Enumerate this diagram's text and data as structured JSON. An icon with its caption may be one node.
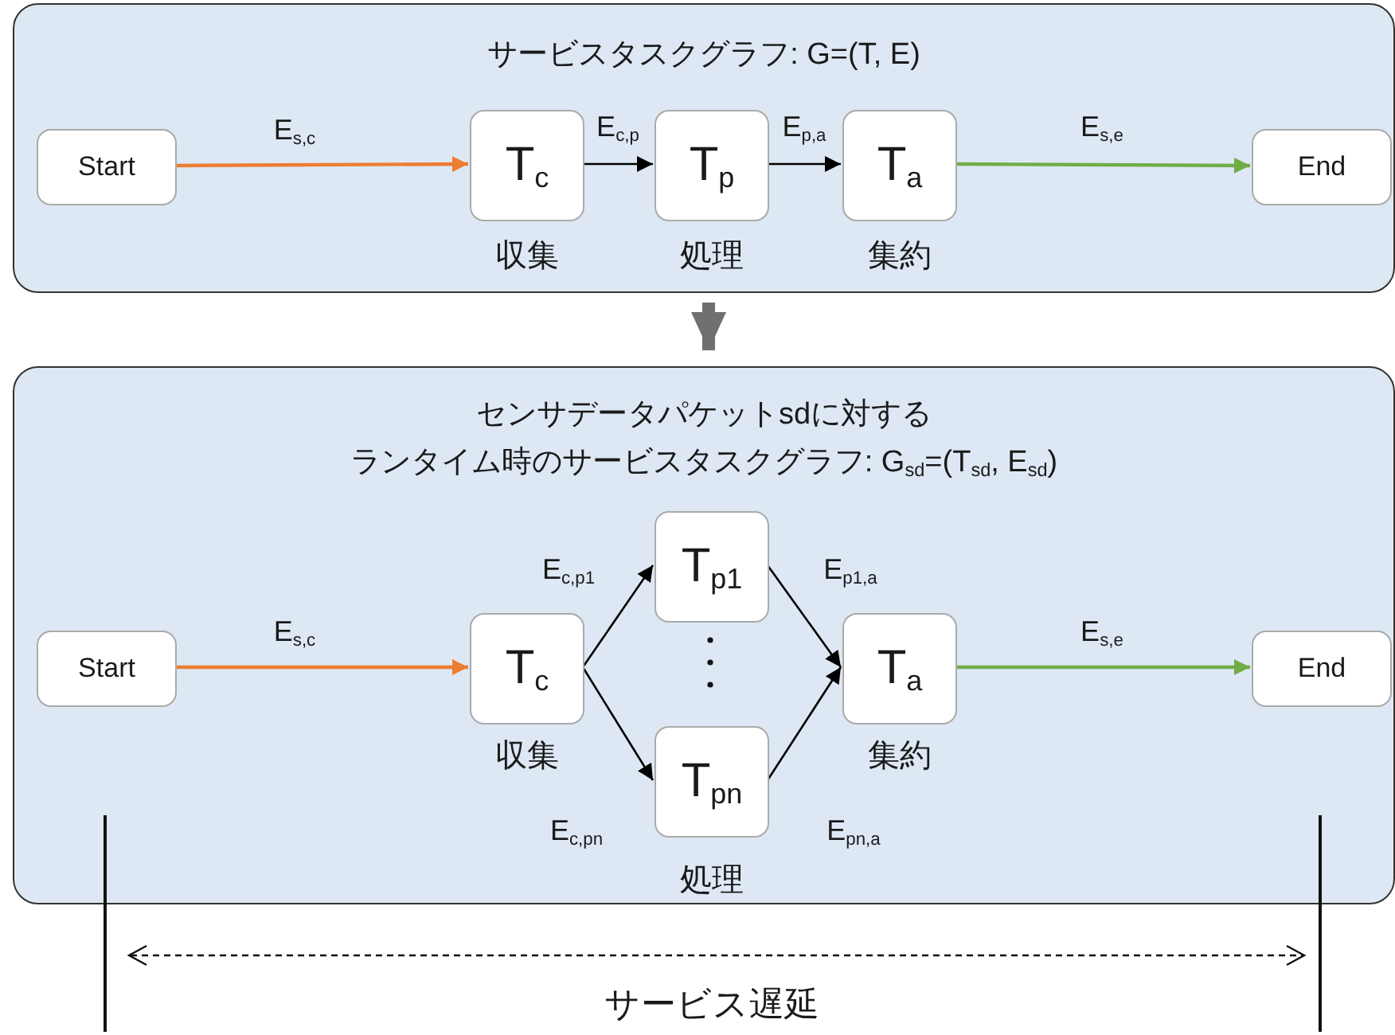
{
  "diagram": {
    "nodes": [
      {
        "text": [
          "サービスタスクグラフ: G=(T, E)"
        ]
      },
      {
        "text": [
          "Start"
        ],
        "in": 0
      },
      {
        "text": [
          "T$_{c}$"
        ],
        "in": 0,
        "beside": [
          "収集"
        ]
      },
      {
        "text": [
          "T$_{p}$"
        ],
        "in": 0,
        "beside": [
          "処理"
        ]
      },
      {
        "text": [
          "T$_{a}$"
        ],
        "in": 0,
        "beside": [
          "集約"
        ]
      },
      {
        "text": [
          "End"
        ],
        "in": 0
      },
      {
        "text": [
          "センサデータパケットsdに対する",
          "ランタイム時のサービスタスクグラフ: G$_{sd}$=(T$_{sd}$, E$_{sd}$)"
        ]
      },
      {
        "text": [
          "Start"
        ],
        "in": 6
      },
      {
        "text": [
          "T$_{c}$"
        ],
        "in": 6,
        "beside": [
          "収集"
        ]
      },
      {
        "text": [
          "T$_{p1}$"
        ],
        "in": 6
      },
      {
        "text": [
          "T$_{pn}$"
        ],
        "in": 6,
        "beside": [
          "処理"
        ]
      },
      {
        "text": [
          "T$_{a}$"
        ],
        "in": 6,
        "beside": [
          "集約"
        ]
      },
      {
        "text": [
          "End"
        ],
        "in": 6
      }
    ],
    "edges": [
      {
        "from": 1,
        "to": 2,
        "arrow": "to",
        "label": "E$_{s,c}$",
        "color": "#ed7d31"
      },
      {
        "from": 2,
        "to": 3,
        "arrow": "to",
        "label": "E$_{c,p}$"
      },
      {
        "from": 3,
        "to": 4,
        "arrow": "to",
        "label": "E$_{p,a}$"
      },
      {
        "from": 4,
        "to": 5,
        "arrow": "to",
        "label": "E$_{s,e}$",
        "color": "#70ad47"
      },
      {
        "from": 0,
        "to": 6,
        "arrow": "to",
        "style": "thick",
        "color": "#707070"
      },
      {
        "from": 7,
        "to": 8,
        "arrow": "to",
        "label": "E$_{s,c}$",
        "color": "#ed7d31"
      },
      {
        "from": 8,
        "to": 9,
        "arrow": "to",
        "label": "E$_{c,p1}$"
      },
      {
        "from": 8,
        "to": 10,
        "arrow": "to",
        "label": "E$_{c,pn}$"
      },
      {
        "from": 9,
        "to": 11,
        "arrow": "to",
        "label": "E$_{p1,a}$"
      },
      {
        "from": 10,
        "to": 11,
        "arrow": "to",
        "label": "E$_{pn,a}$"
      },
      {
        "from": 11,
        "to": 12,
        "arrow": "to",
        "label": "E$_{s,e}$",
        "color": "#70ad47"
      }
    ],
    "labels": [
      "サービス遅延"
    ]
  }
}
